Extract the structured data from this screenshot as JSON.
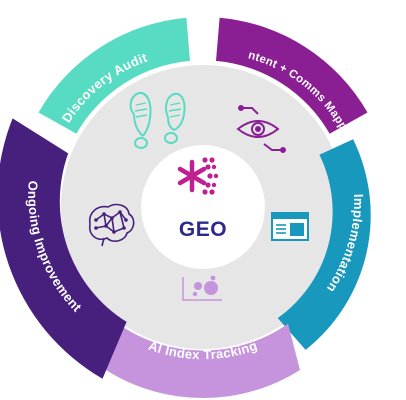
{
  "center": {
    "title": "GEO",
    "title_color": "#2d2a8c",
    "logo_icon": "asterisk-dots-logo-icon"
  },
  "segments": [
    {
      "label": "Discovery Audit",
      "color": "#57dbc3",
      "icon": "footprints-icon"
    },
    {
      "label": "Content + Comms Mapping",
      "color": "#8a1f94",
      "icon": "eye-network-icon"
    },
    {
      "label": "Implementation",
      "color": "#1898bd",
      "icon": "browser-window-icon"
    },
    {
      "label": "AI Index Tracking",
      "color": "#c594dc",
      "icon": "scatter-plot-icon"
    },
    {
      "label": "Ongoing Improvement",
      "color": "#47207e",
      "icon": "brain-network-icon"
    }
  ],
  "colors": {
    "inner_ring": "#e6e6e6",
    "center_fill": "#ffffff",
    "accent_magenta": "#c0208f"
  }
}
